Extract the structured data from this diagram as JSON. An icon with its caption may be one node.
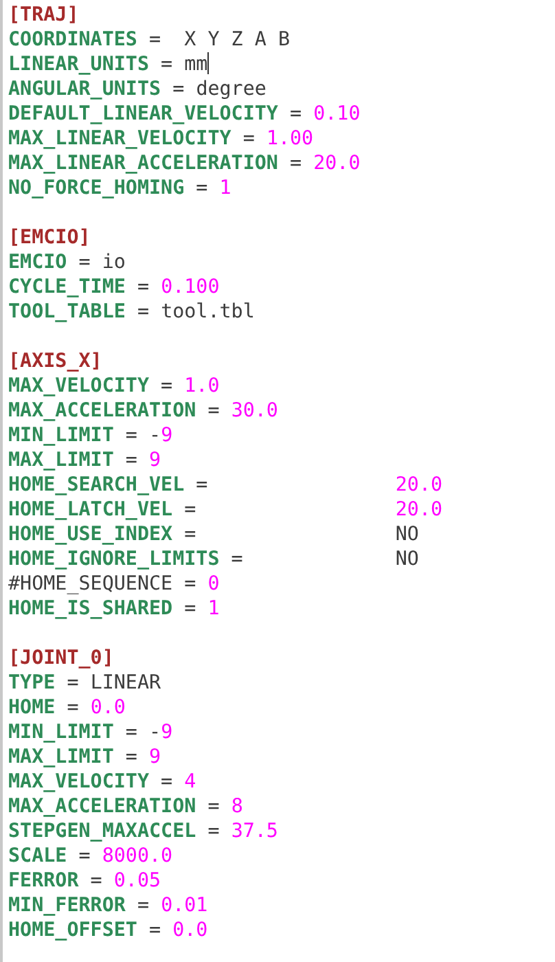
{
  "diagram": {
    "labels": [
      "[TRAJ]",
      "COORDINATES =  X Y Z A B",
      "LINEAR_UNITS = mm",
      "ANGULAR_UNITS = degree",
      "DEFAULT_LINEAR_VELOCITY = 0.10",
      "MAX_LINEAR_VELOCITY = 1.00",
      "MAX_LINEAR_ACCELERATION = 20.0",
      "NO_FORCE_HOMING = 1",
      "[EMCIO]",
      "EMCIO = io",
      "CYCLE_TIME = 0.100",
      "TOOL_TABLE = tool.tbl",
      "[AXIS_X]",
      "MAX_VELOCITY = 1.0",
      "MAX_ACCELERATION = 30.0",
      "MIN_LIMIT = -9",
      "MAX_LIMIT = 9",
      "HOME_SEARCH_VEL =                20.0",
      "HOME_LATCH_VEL =                 20.0",
      "HOME_USE_INDEX =                 NO",
      "HOME_IGNORE_LIMITS =             NO",
      "#HOME_SEQUENCE = 0",
      "HOME_IS_SHARED = 1",
      "[JOINT_0]",
      "TYPE = LINEAR",
      "HOME = 0.0",
      "MIN_LIMIT = -9",
      "MAX_LIMIT = 9",
      "MAX_VELOCITY = 4",
      "MAX_ACCELERATION = 8",
      "STEPGEN_MAXACCEL = 37.5",
      "SCALE = 8000.0",
      "FERROR = 0.05",
      "MIN_FERROR = 0.01",
      "HOME_OFFSET = 0.0"
    ]
  }
}
